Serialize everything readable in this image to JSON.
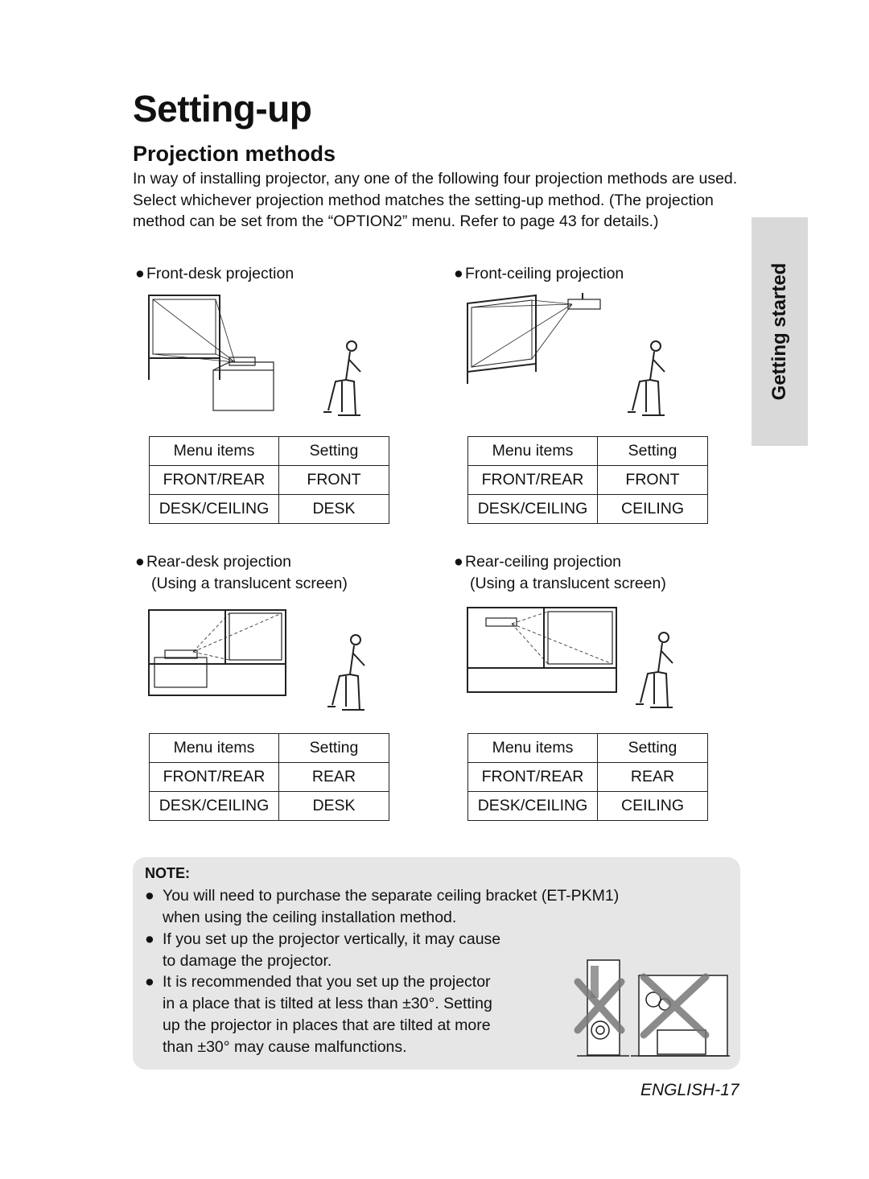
{
  "page": {
    "title": "Setting-up",
    "subtitle": "Projection methods",
    "intro": "In way of installing projector, any one of the following four projection methods are used. Select whichever projection method matches the setting-up method. (The projection method can be set from the “OPTION2” menu. Refer to page 43 for details.)",
    "side_tab": "Getting started",
    "footer_prefix": "ENGLISH",
    "footer_num": "-17"
  },
  "methods": [
    {
      "caption": "Front-desk projection",
      "caption2": "",
      "table": {
        "headers": [
          "Menu items",
          "Setting"
        ],
        "rows": [
          [
            "FRONT/REAR",
            "FRONT"
          ],
          [
            "DESK/CEILING",
            "DESK"
          ]
        ]
      }
    },
    {
      "caption": "Front-ceiling projection",
      "caption2": "",
      "table": {
        "headers": [
          "Menu items",
          "Setting"
        ],
        "rows": [
          [
            "FRONT/REAR",
            "FRONT"
          ],
          [
            "DESK/CEILING",
            "CEILING"
          ]
        ]
      }
    },
    {
      "caption": "Rear-desk projection",
      "caption2": "(Using a translucent screen)",
      "table": {
        "headers": [
          "Menu items",
          "Setting"
        ],
        "rows": [
          [
            "FRONT/REAR",
            "REAR"
          ],
          [
            "DESK/CEILING",
            "DESK"
          ]
        ]
      }
    },
    {
      "caption": "Rear-ceiling projection",
      "caption2": "(Using a translucent screen)",
      "table": {
        "headers": [
          "Menu items",
          "Setting"
        ],
        "rows": [
          [
            "FRONT/REAR",
            "REAR"
          ],
          [
            "DESK/CEILING",
            "CEILING"
          ]
        ]
      }
    }
  ],
  "note": {
    "heading": "NOTE:",
    "bullet": "●",
    "items": [
      [
        "You will need to purchase the separate ceiling bracket (ET-PKM1)",
        "when using the ceiling installation method."
      ],
      [
        "If you set up the projector vertically, it may cause",
        "to damage the projector."
      ],
      [
        "It is recommended that you set up the projector",
        "in a place that is tilted at less than ±30°. Setting",
        "up the projector in places that are tilted at more",
        "than ±30° may cause malfunctions."
      ]
    ]
  },
  "colors": {
    "note_bg": "#e6e6e6",
    "side_tab_bg": "#d9d9d9"
  }
}
